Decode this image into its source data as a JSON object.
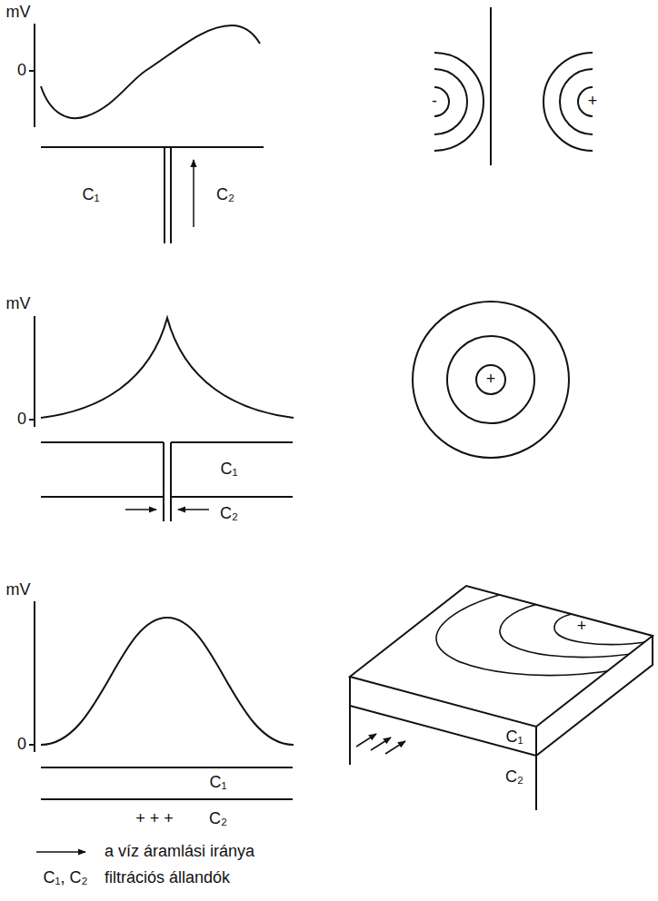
{
  "diagram": {
    "labels": [
      "mV",
      "0",
      "C₁",
      "C₂",
      "-",
      "+",
      "mV",
      "0",
      "C₁",
      "C₂",
      "+",
      "mV",
      "0",
      "C₁",
      "C₂",
      "+ + +",
      "C₁",
      "C₂",
      "+",
      "C₁, C₂"
    ],
    "legend": [
      {
        "text": "a víz áramlási iránya"
      },
      {
        "text": "filtrációs állandók"
      }
    ]
  }
}
